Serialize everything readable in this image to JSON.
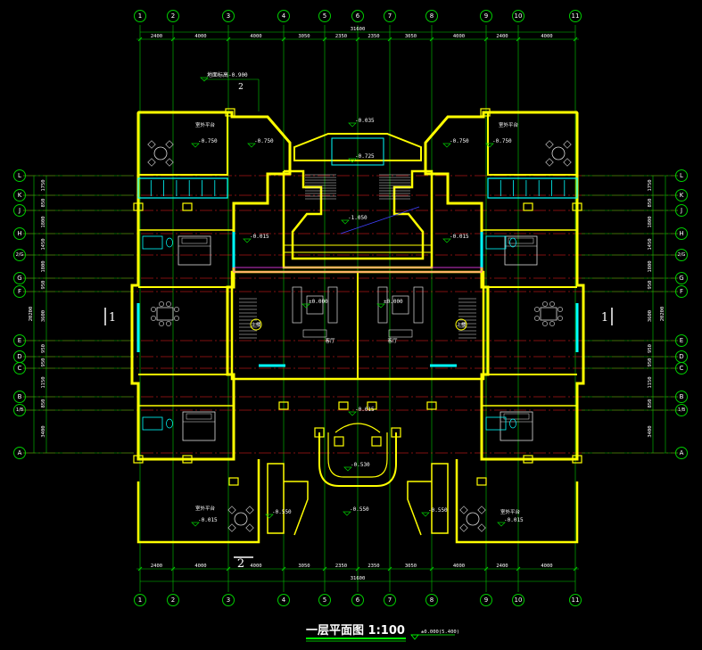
{
  "drawing": {
    "title": "一层平面图 1:100",
    "subtitle": "±0.000(5.400)",
    "colors": {
      "background": "#000000",
      "grid_axis": "#00cc00",
      "axis_line": "#ff2020",
      "wall": "#ffff00",
      "window": "#00ffff",
      "text": "#ffffff",
      "furniture": "#dddddd",
      "hatch": "#ff40ff"
    },
    "col_axes": [
      "1",
      "2",
      "3",
      "4",
      "5",
      "6",
      "7",
      "8",
      "9",
      "10",
      "11"
    ],
    "row_axes_top_to_bottom": [
      "L",
      "K",
      "J",
      "H",
      "2/G",
      "G",
      "F",
      "E",
      "D",
      "C",
      "B",
      "1/B",
      "A"
    ],
    "dims_top": [
      "2400",
      "4000",
      "4000",
      "3050",
      "2350",
      "2350",
      "3050",
      "4000",
      "2400",
      "4000"
    ],
    "dims_bottom": [
      "2400",
      "4000",
      "4000",
      "3050",
      "2350",
      "2350",
      "3050",
      "4000",
      "2400",
      "4000"
    ],
    "total_dim": "31600",
    "dims_side": [
      "1750",
      "850",
      "1800",
      "1450",
      "1800",
      "950",
      "3600",
      "950",
      "950",
      "1150",
      "850",
      "3400"
    ],
    "side_total": "20200",
    "levels": {
      "basement": "地面标高-0.900",
      "terrace_tl": "-0.750",
      "terrace_tr": "-0.750",
      "center_top": "-0.035",
      "inner_left": "-0.750",
      "inner_right": "-0.750",
      "court": "-0.725",
      "stair": "-1.050",
      "hall_left": "-0.015",
      "hall_right": "-0.015",
      "living_l": "±0.000",
      "living_r": "±0.000",
      "entry": "-0.015",
      "porch": "-0.530",
      "porch_low": "-0.550",
      "porch_low_l": "-0.550",
      "porch_low_r": "-0.550",
      "terrace_bl": "-0.015",
      "terrace_br": "-0.015"
    },
    "rooms": {
      "terrace_tl": "室外平台",
      "terrace_tr": "室外平台",
      "terrace_bl": "室外平台",
      "terrace_br": "室外平台",
      "stair_l": "上楼",
      "stair_r": "上楼",
      "living_l": "客厅",
      "living_r": "客厅"
    },
    "cut_marks": {
      "left": "1",
      "right": "1",
      "top": "2",
      "bottom": "2"
    }
  }
}
